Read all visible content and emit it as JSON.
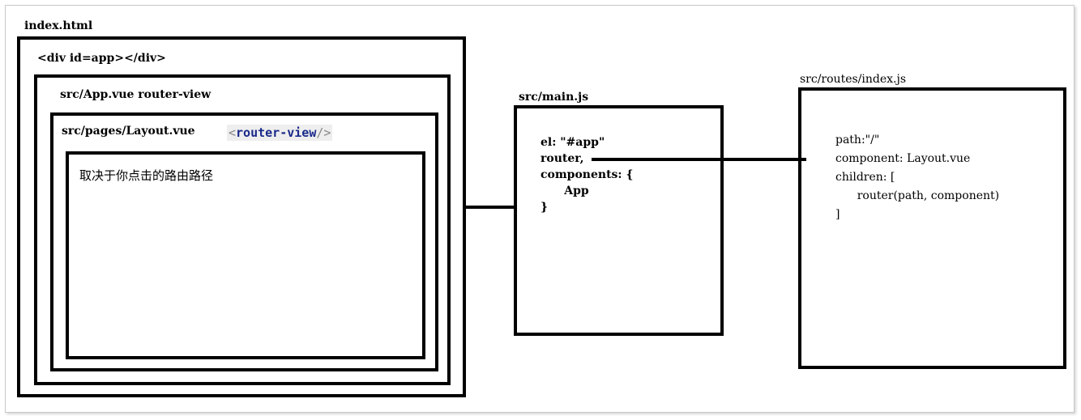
{
  "index_html": {
    "title": "index.html",
    "div_app": "<div id=app></div>",
    "app_vue": "src/App.vue router-view",
    "layout_vue": "src/pages/Layout.vue",
    "router_view_tag": {
      "open": "<",
      "name": "router-view",
      "close": "/>"
    },
    "content_text": "取决于你点击的路由路径"
  },
  "main_js": {
    "title": "src/main.js",
    "lines": [
      "el: \"#app\"",
      "router,",
      "components: {",
      "      App",
      "}"
    ]
  },
  "routes_js": {
    "title": "src/routes/index.js",
    "lines": [
      "path:\"/\"",
      "component: Layout.vue",
      "children: [",
      "      router(path, component)",
      "]"
    ]
  }
}
